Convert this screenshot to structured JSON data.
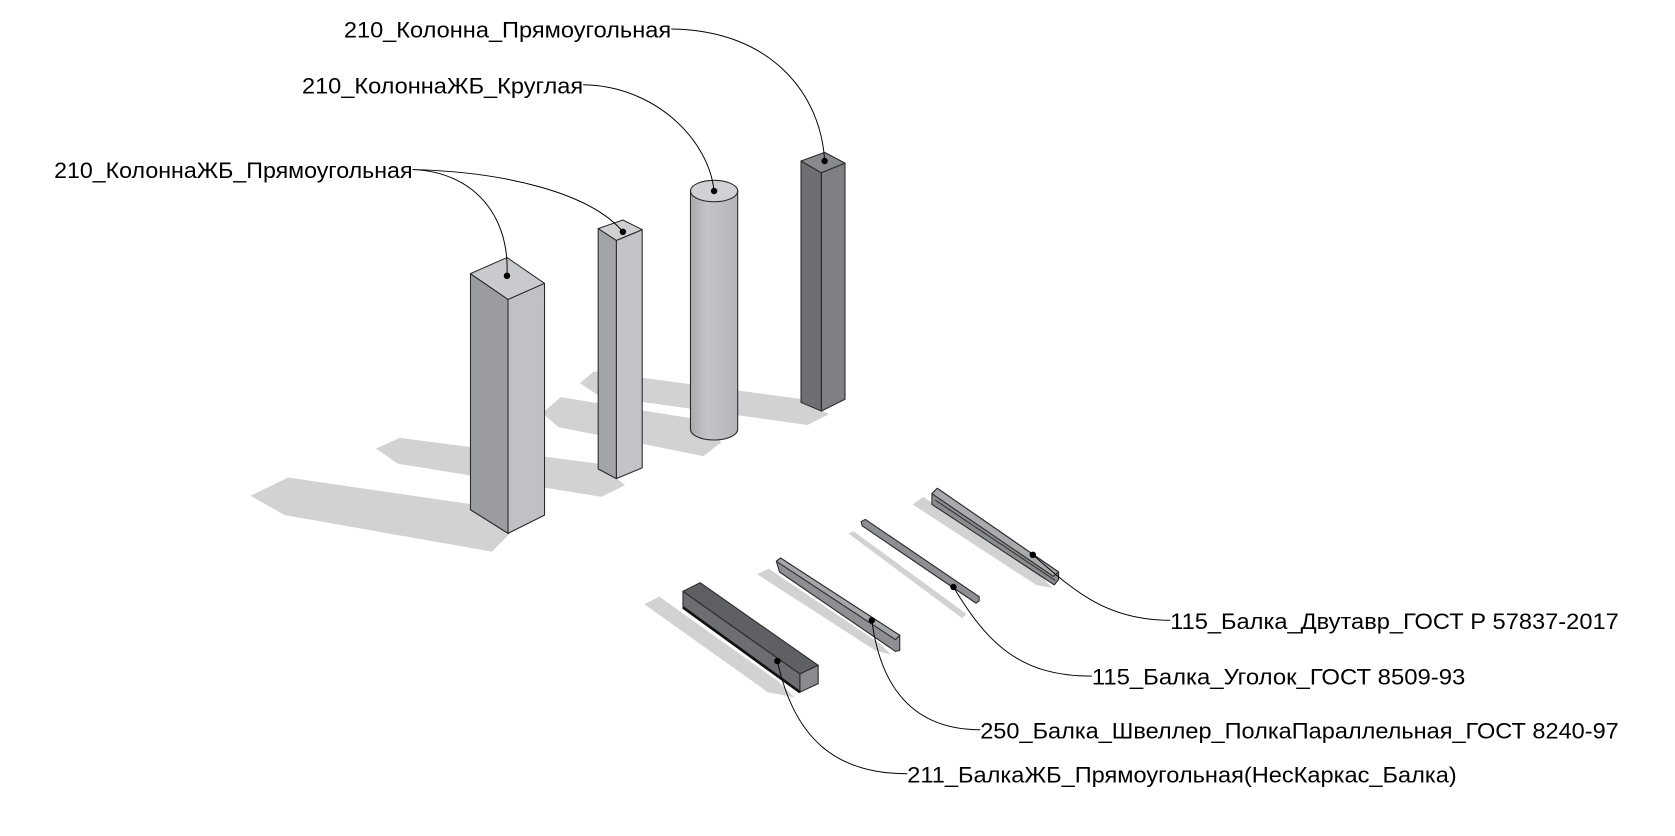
{
  "labels": {
    "column_rect": "210_Колонна_Прямоугольная",
    "column_rc_round": "210_КолоннаЖБ_Круглая",
    "column_rc_rect": "210_КолоннаЖБ_Прямоугольная",
    "beam_ibeam": "115_Балка_Двутавр_ГОСТ Р 57837-2017",
    "beam_angle": "115_Балка_Уголок_ГОСТ 8509-93",
    "beam_channel": "250_Балка_Швеллер_ПолкаПараллельная_ГОСТ 8240-97",
    "beam_rc_rect": "211_БалкаЖБ_Прямоугольная(НесКаркас_Балка)"
  }
}
